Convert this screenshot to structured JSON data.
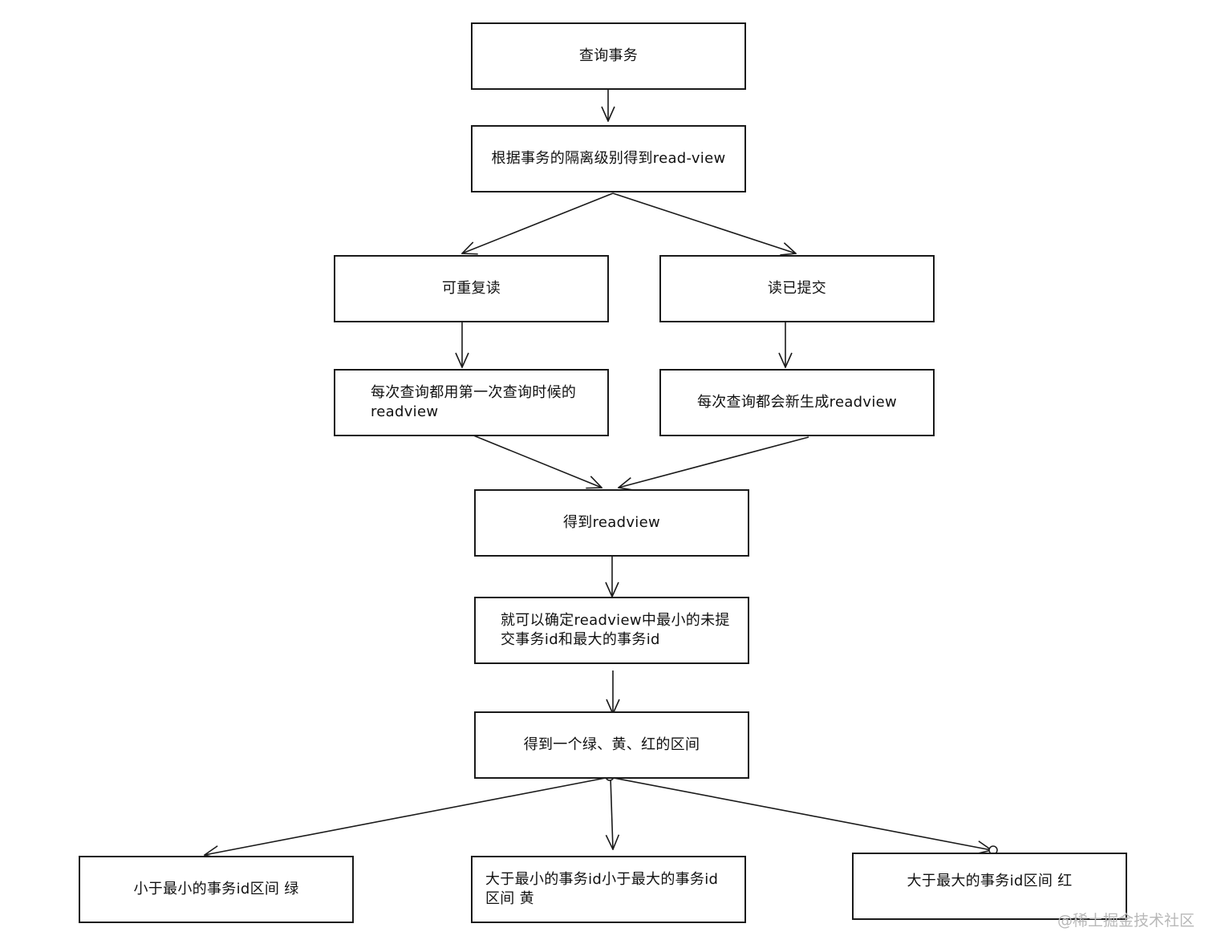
{
  "nodes": {
    "query_transaction": "查询事务",
    "get_readview_by_isolation": "根据事务的隔离级别得到read-view",
    "repeatable_read": "可重复读",
    "read_committed": "读已提交",
    "rr_readview": "每次查询都用第一次查询时候的\nreadview",
    "rc_readview": "每次查询都会新生成readview",
    "got_readview": "得到readview",
    "determine_ids": "就可以确定readview中最小的未提\n交事务id和最大的事务id",
    "get_intervals": "得到一个绿、黄、红的区间",
    "green": "小于最小的事务id区间 绿",
    "yellow": "大于最小的事务id小于最大的事务id\n区间 黄",
    "red": "大于最大的事务id区间 红"
  },
  "watermark": "@稀土掘金技术社区",
  "colors": {
    "stroke": "#1a1a1a",
    "watermark": "#b8b8b8"
  }
}
